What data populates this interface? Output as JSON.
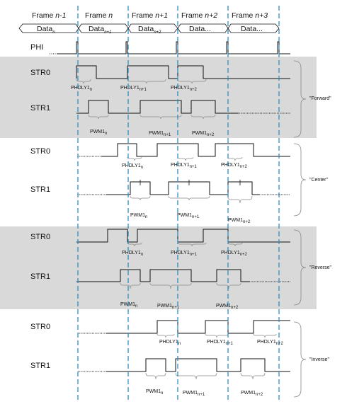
{
  "frames": [
    {
      "label": "Frame n-1",
      "main": "Frame ",
      "var": "n-1"
    },
    {
      "label": "Frame n",
      "main": "Frame ",
      "var": "n"
    },
    {
      "label": "Frame n+1",
      "main": "Frame ",
      "var": "n+1"
    },
    {
      "label": "Frame n+2",
      "main": "Frame ",
      "var": "n+2"
    },
    {
      "label": "Frame n+3",
      "main": "Frame ",
      "var": "n+3"
    }
  ],
  "data_cells": [
    {
      "main": "Data",
      "sub": "n"
    },
    {
      "main": "Data",
      "sub": "n+1"
    },
    {
      "main": "Data",
      "sub": "n+2"
    },
    {
      "main": "Data...",
      "sub": ""
    },
    {
      "main": "Data...",
      "sub": ""
    }
  ],
  "phi_label": "PHI",
  "sections": [
    {
      "mode_label": "\"Forward\"",
      "shaded": true,
      "str0_label": "STR0",
      "str1_label": "STR1",
      "phdly_labels": [
        {
          "main": "PHDLY1",
          "sub": "n"
        },
        {
          "main": "PHDLY1",
          "sub": "n+1"
        },
        {
          "main": "PHDLY1",
          "sub": "n+2"
        }
      ],
      "pwm_labels": [
        {
          "main": "PWM1",
          "sub": "n"
        },
        {
          "main": "PWM1",
          "sub": "n+1"
        },
        {
          "main": "PWM1",
          "sub": "n+2"
        }
      ]
    },
    {
      "mode_label": "\"Center\"",
      "shaded": false,
      "str0_label": "STR0",
      "str1_label": "STR1",
      "phdly_labels": [
        {
          "main": "PHDLY1",
          "sub": "n"
        },
        {
          "main": "PHDLY1",
          "sub": "n+1"
        },
        {
          "main": "PHDLY1",
          "sub": "n+2"
        }
      ],
      "pwm_labels": [
        {
          "main": "PWM1",
          "sub": "n"
        },
        {
          "main": "PWM1",
          "sub": "n+1"
        },
        {
          "main": "PWM1",
          "sub": "n+2"
        }
      ]
    },
    {
      "mode_label": "\"Reverse\"",
      "shaded": true,
      "str0_label": "STR0",
      "str1_label": "STR1",
      "phdly_labels": [
        {
          "main": "PHDLY1",
          "sub": "n"
        },
        {
          "main": "PHDLY1",
          "sub": "n+1"
        },
        {
          "main": "PHDLY1",
          "sub": "n+2"
        }
      ],
      "pwm_labels": [
        {
          "main": "PWM1",
          "sub": "n"
        },
        {
          "main": "PWM1",
          "sub": "n+1"
        },
        {
          "main": "PWM1",
          "sub": "n+2"
        }
      ]
    },
    {
      "mode_label": "\"Inverse\"",
      "shaded": false,
      "str0_label": "STR0",
      "str1_label": "STR1",
      "phdly_labels": [
        {
          "main": "PHDLY1",
          "sub": "n"
        },
        {
          "main": "PHDLY1",
          "sub": "n+1"
        },
        {
          "main": "PHDLY1",
          "sub": "n+2"
        }
      ],
      "pwm_labels": [
        {
          "main": "PWM1",
          "sub": "n"
        },
        {
          "main": "PWM1",
          "sub": "n+1"
        },
        {
          "main": "PWM1",
          "sub": "n+2"
        }
      ]
    }
  ],
  "colors": {
    "shade": "#d9d9d9",
    "divider": "#2e8fbf",
    "line": "#111111"
  }
}
